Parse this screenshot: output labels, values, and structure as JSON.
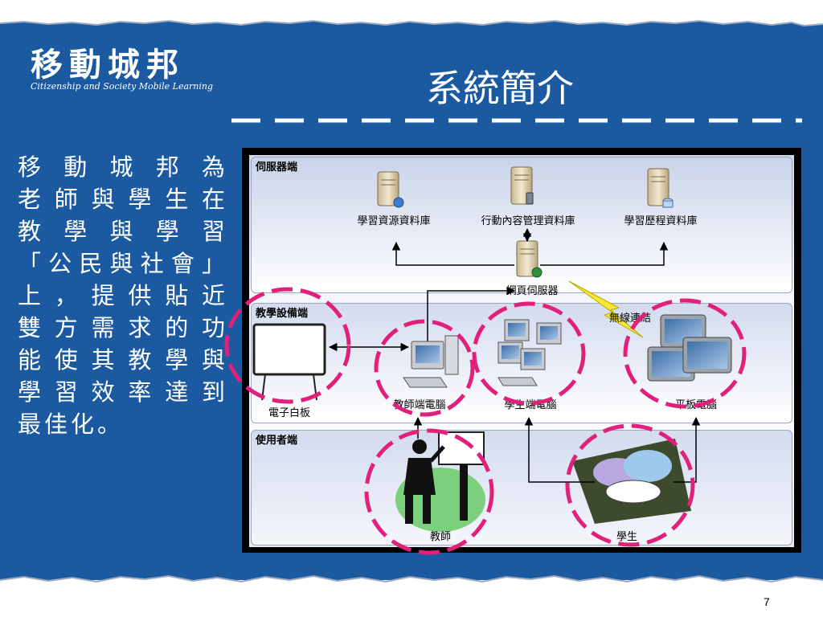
{
  "logo": {
    "title": "移動城邦",
    "subtitle": "Citizenship and Society Mobile Learning"
  },
  "slide": {
    "title": "系統簡介",
    "page_number": "7"
  },
  "body_lines": [
    "移動城邦為",
    "老師與學生在",
    "教學與學習",
    "「公民與社會」",
    "上，提供貼近",
    "雙方需求的功",
    "能使其教學與",
    "學習效率達到",
    "最佳化。"
  ],
  "diagram": {
    "sections": {
      "server": "伺服器端",
      "device": "教學設備端",
      "user": "使用者端"
    },
    "nodes": {
      "learning_db": "學習資源資料庫",
      "mobile_db": "行動內容管理資料庫",
      "history_db": "學習歷程資料庫",
      "web_server": "網頁伺服器",
      "whiteboard": "電子白板",
      "teacher_pc": "教師端電腦",
      "student_pc": "學生端電腦",
      "tablet": "平板電腦",
      "teacher": "教師",
      "student": "學生"
    },
    "wireless": "無線連結"
  },
  "colors": {
    "background": "#1b5aa0",
    "highlight_ring": "#e0207a",
    "frame": "#000000"
  }
}
